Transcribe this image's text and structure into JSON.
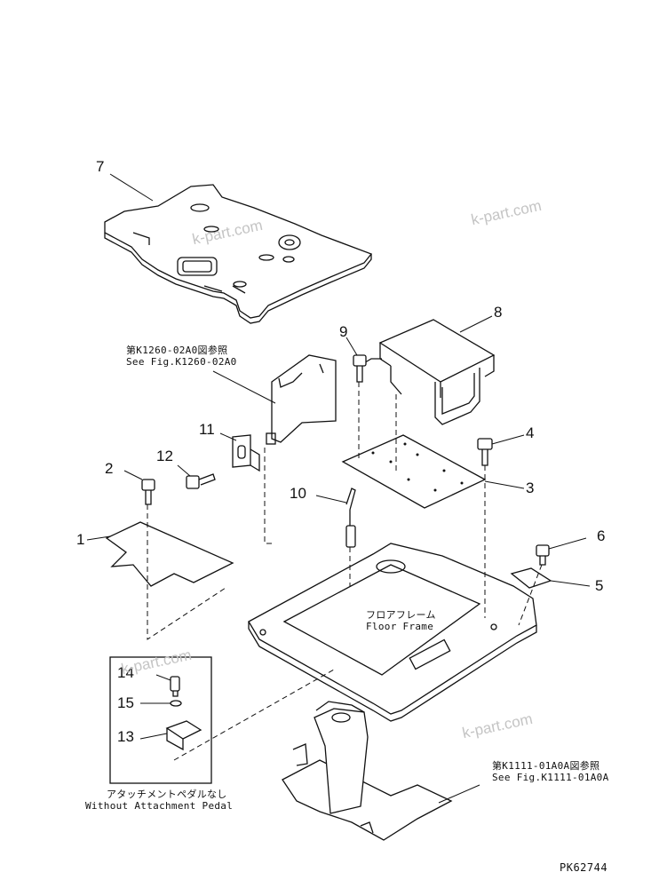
{
  "parts": [
    "1",
    "2",
    "3",
    "4",
    "5",
    "6",
    "7",
    "8",
    "9",
    "10",
    "11",
    "12",
    "13",
    "14",
    "15"
  ],
  "notes": {
    "ref_k1260_jp": "第K1260-02A0図参照",
    "ref_k1260_en": "See Fig.K1260-02A0",
    "floor_frame_jp": "フロアフレーム",
    "floor_frame_en": "Floor Frame",
    "ref_k1111_jp": "第K1111-01A0A図参照",
    "ref_k1111_en": "See Fig.K1111-01A0A",
    "pedal_jp": "アタッチメントペダルなし",
    "pedal_en": "Without Attachment Pedal"
  },
  "watermark": "k-part.com",
  "figure_code": "PK62744"
}
